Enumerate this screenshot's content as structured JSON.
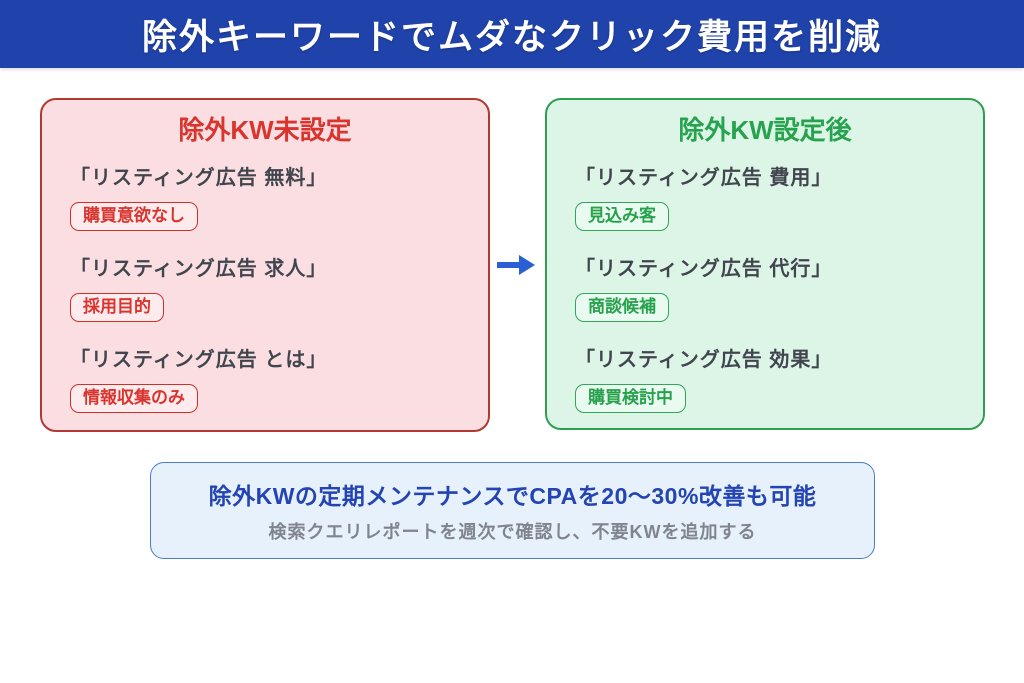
{
  "header": {
    "title": "除外キーワードでムダなクリック費用を削減"
  },
  "before_box": {
    "title": "除外KW未設定",
    "items": [
      {
        "keyword": "「リスティング広告 無料」",
        "tag": "購買意欲なし"
      },
      {
        "keyword": "「リスティング広告 求人」",
        "tag": "採用目的"
      },
      {
        "keyword": "「リスティング広告 とは」",
        "tag": "情報収集のみ"
      }
    ]
  },
  "after_box": {
    "title": "除外KW設定後",
    "items": [
      {
        "keyword": "「リスティング広告 費用」",
        "tag": "見込み客"
      },
      {
        "keyword": "「リスティング広告 代行」",
        "tag": "商談候補"
      },
      {
        "keyword": "「リスティング広告 効果」",
        "tag": "購買検討中"
      }
    ]
  },
  "footer_box": {
    "title": "除外KWの定期メンテナンスでCPAを20〜30%改善も可能",
    "subtitle": "検索クエリレポートを週次で確認し、不要KWを追加する"
  },
  "icons": {
    "arrow": "right-arrow"
  },
  "colors": {
    "header_bg": "#2043ab",
    "header_text": "#ffffff",
    "before_bg": "#fbdee1",
    "before_border": "#b03a32",
    "before_accent": "#d9352e",
    "after_bg": "#ddf5e7",
    "after_border": "#2f9e53",
    "after_accent": "#27a34f",
    "keyword_text": "#41454e",
    "arrow": "#2b5fd6",
    "footer_bg": "#e7f1fc",
    "footer_border": "#4a7cc9",
    "footer_title": "#2344b1",
    "footer_subtitle": "#80858d"
  }
}
